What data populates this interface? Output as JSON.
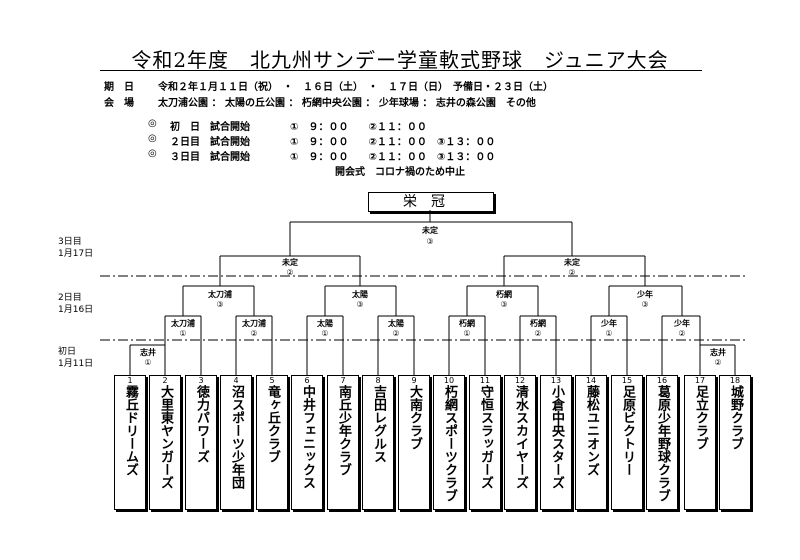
{
  "title": "令和2年度　北九州サンデー学童軟式野球　ジュニア大会",
  "info": {
    "date_label": "期　日",
    "date_value": "令和２年１月１１日（祝）　・　１６日（土）　・　１７日（日）　予備日・２３日（土）",
    "venue_label": "会　場",
    "venue_value": "太刀浦公園 ： 太陽の丘公園 ： 朽網中央公園 ： 少年球場 ： 志井の森公園　その他"
  },
  "schedule": [
    {
      "mark": "◎",
      "day": "初　日　試合開始",
      "times": "①　９：００　　②１１：００"
    },
    {
      "mark": "◎",
      "day": "２日目　試合開始",
      "times": "①　９：００　　②１１：００　③１３：００"
    },
    {
      "mark": "◎",
      "day": "３日目　試合開始",
      "times": "①　９：００　　②１１：００　③１３：００"
    }
  ],
  "notice": "開会式　コロナ禍のため中止",
  "champion": "栄冠",
  "day_labels": [
    {
      "day": "3日目",
      "date": "1月17日"
    },
    {
      "day": "2日目",
      "date": "1月16日"
    },
    {
      "day": "初日",
      "date": "1月11日"
    }
  ],
  "matches": {
    "final": {
      "venue": "未定",
      "num": "③"
    },
    "semi_left": {
      "venue": "未定",
      "num": "②"
    },
    "semi_right": {
      "venue": "未定",
      "num": "②"
    },
    "qf1": {
      "venue": "太刀浦",
      "num": "③"
    },
    "qf2": {
      "venue": "太陽",
      "num": "③"
    },
    "qf3": {
      "venue": "朽網",
      "num": "③"
    },
    "qf4": {
      "venue": "少年",
      "num": "③"
    },
    "r2_1": {
      "venue": "太刀浦",
      "num": "①"
    },
    "r2_2": {
      "venue": "太刀浦",
      "num": "②"
    },
    "r2_3": {
      "venue": "太陽",
      "num": "①"
    },
    "r2_4": {
      "venue": "太陽",
      "num": "②"
    },
    "r2_5": {
      "venue": "朽網",
      "num": "①"
    },
    "r2_6": {
      "venue": "朽網",
      "num": "②"
    },
    "r2_7": {
      "venue": "少年",
      "num": "①"
    },
    "r2_8": {
      "venue": "少年",
      "num": "②"
    },
    "r1_1": {
      "venue": "志井",
      "num": "①"
    },
    "r1_2": {
      "venue": "志井",
      "num": "②"
    }
  },
  "teams": [
    {
      "no": "1",
      "name": "霧丘ドリームズ"
    },
    {
      "no": "2",
      "name": "大里東ヤンガーズ"
    },
    {
      "no": "3",
      "name": "徳力パワーズ"
    },
    {
      "no": "4",
      "name": "沼スポーツ少年団"
    },
    {
      "no": "5",
      "name": "竜ヶ丘クラブ"
    },
    {
      "no": "6",
      "name": "中井フェニックス"
    },
    {
      "no": "7",
      "name": "南丘少年クラブ"
    },
    {
      "no": "8",
      "name": "吉田レグルス"
    },
    {
      "no": "9",
      "name": "大南クラブ"
    },
    {
      "no": "10",
      "name": "朽網スポーツクラブ"
    },
    {
      "no": "11",
      "name": "守恒スラッガーズ"
    },
    {
      "no": "12",
      "name": "清水スカイヤーズ"
    },
    {
      "no": "13",
      "name": "小倉中央スターズ"
    },
    {
      "no": "14",
      "name": "藤松ユニオンズ"
    },
    {
      "no": "15",
      "name": "足原ビクトリー"
    },
    {
      "no": "16",
      "name": "葛原少年野球クラブ"
    },
    {
      "no": "17",
      "name": "足立クラブ"
    },
    {
      "no": "18",
      "name": "城野クラブ"
    }
  ]
}
